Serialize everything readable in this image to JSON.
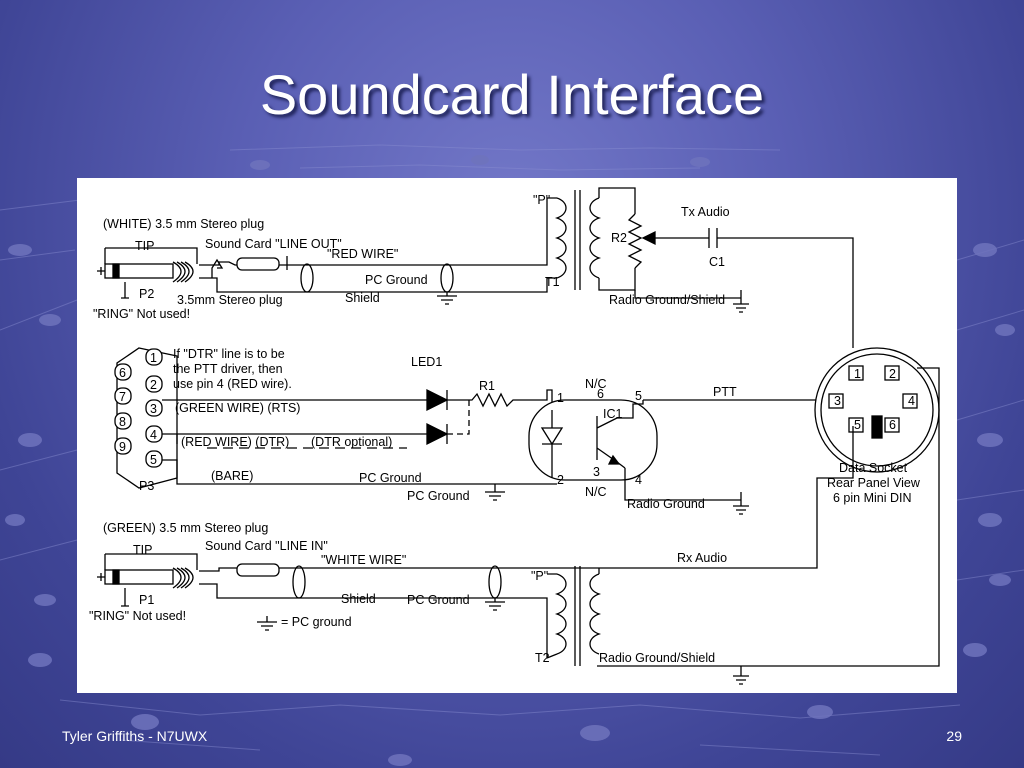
{
  "slide": {
    "title": "Soundcard Interface",
    "footer_left": "Tyler Griffiths - N7UWX",
    "page_number": "29"
  },
  "colors": {
    "background": "#5a5fb4",
    "panel": "#ffffff",
    "ink": "#000000"
  },
  "diagram": {
    "p2": {
      "plug": "(WHITE) 3.5 mm Stereo plug",
      "tip": "TIP",
      "soundcard": "Sound Card \"LINE OUT\"",
      "wire": "\"RED WIRE\"",
      "ground": "PC Ground",
      "shield": "Shield",
      "stereo": "3.5mm Stereo plug",
      "name": "P2",
      "ring": "\"RING\" Not used!"
    },
    "t1": {
      "p": "\"P\"",
      "name": "T1",
      "r2": "R2",
      "tx": "Tx Audio",
      "c1": "C1",
      "ground": "Radio Ground/Shield"
    },
    "p3": {
      "name": "P3",
      "pins": [
        "1",
        "2",
        "3",
        "4",
        "5",
        "6",
        "7",
        "8",
        "9"
      ],
      "note": [
        "If \"DTR\" line is to be",
        "the PTT driver, then",
        "use pin 4 (RED wire)."
      ],
      "green": "(GREEN WIRE)  (RTS)",
      "red": "(RED WIRE) (DTR)",
      "dtr": "(DTR optional)",
      "bare": "(BARE)",
      "ground": "PC Ground",
      "ground2": "PC Ground"
    },
    "opto": {
      "led": "LED1",
      "r1": "R1",
      "ic": "IC1",
      "ptt": "PTT",
      "nc_top": "N/C",
      "nc_bottom": "N/C",
      "radio_ground": "Radio Ground",
      "pin1": "1",
      "pin2": "2",
      "pin4": "4",
      "pin5": "5",
      "pin6": "6",
      "pin3": "3"
    },
    "din": {
      "label1": "Data Socket",
      "label2": "Rear Panel View",
      "label3": "6 pin Mini DIN",
      "pins": [
        "1",
        "2",
        "3",
        "4",
        "5",
        "6"
      ]
    },
    "p1": {
      "plug": "(GREEN) 3.5 mm Stereo plug",
      "tip": "TIP",
      "soundcard": "Sound Card \"LINE IN\"",
      "wire": "\"WHITE WIRE\"",
      "shield": "Shield",
      "ground": "PC Ground",
      "name": "P1",
      "ring": "\"RING\" Not used!",
      "legend": "= PC ground"
    },
    "t2": {
      "p": "\"P\"",
      "name": "T2",
      "rx": "Rx Audio",
      "ground": "Radio Ground/Shield"
    }
  }
}
